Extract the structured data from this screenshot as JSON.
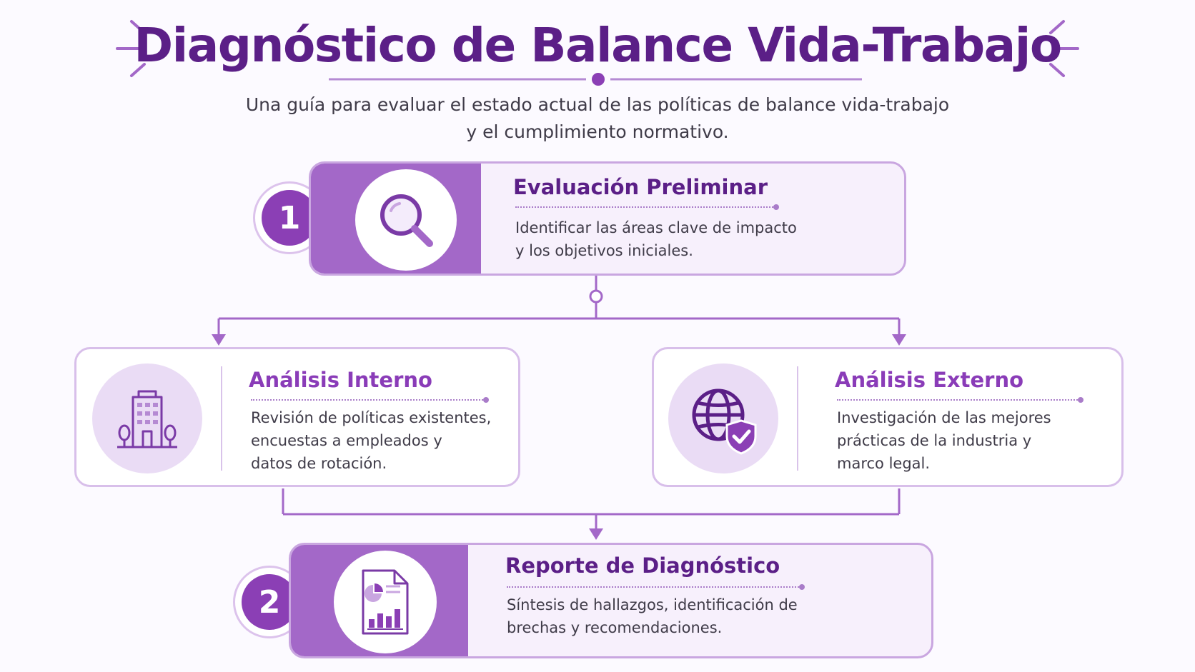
{
  "title": "Diagnóstico de Balance Vida-Trabajo",
  "subtitle": {
    "line1": "Una guía para evaluar el estado actual de las políticas de balance vida-trabajo",
    "line2": "y el cumplimiento normativo."
  },
  "steps": {
    "preliminar": {
      "number": "1",
      "icon": "magnifying-glass-icon",
      "title": "Evaluación Preliminar",
      "lines": [
        "Identificar las áreas clave de impacto",
        "y los objetivos iniciales."
      ]
    },
    "interno": {
      "icon": "office-building-icon",
      "title": "Análisis Interno",
      "lines": [
        "Revisión de políticas existentes,",
        "encuestas a empleados y",
        "datos de rotación."
      ]
    },
    "externo": {
      "icon": "globe-shield-icon",
      "title": "Análisis Externo",
      "lines": [
        "Investigación de las mejores",
        "prácticas de la industria y",
        "marco legal."
      ]
    },
    "reporte": {
      "number": "2",
      "icon": "report-document-icon",
      "title": "Reporte de Diagnóstico",
      "lines": [
        "Síntesis de hallazgos, identificación de",
        "brechas y recomendaciones."
      ]
    }
  },
  "colors": {
    "primary": "#5b1f87",
    "accent": "#a368c8",
    "badge": "#8b3fb5",
    "border": "#c9a6e0",
    "card_bg": "#f7f0fc"
  }
}
